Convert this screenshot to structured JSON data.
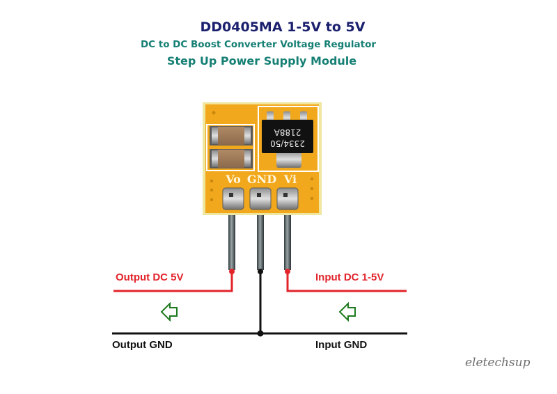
{
  "header": {
    "title": "DD0405MA  1-5V  to 5V",
    "subtitle": "DC to DC Boost Converter Voltage Regulator",
    "subtitle2": "Step Up Power Supply Module"
  },
  "module": {
    "chip_marking_line1": "2334/50",
    "chip_marking_line2": "2188A",
    "pin_labels": [
      "Vo",
      "GND",
      "Vi"
    ],
    "board_color": "#f2a81c"
  },
  "wiring": {
    "output_label": "Output  DC 5V",
    "input_label": "Input  DC 1-5V",
    "output_gnd_label": "Output  GND",
    "input_gnd_label": "Input  GND",
    "positive_wire_color": "#e2242b",
    "ground_wire_color": "#111111",
    "flow_arrow_color": "#1e7a1e",
    "flow_direction": "right-to-left"
  },
  "watermark": "eletechsup"
}
